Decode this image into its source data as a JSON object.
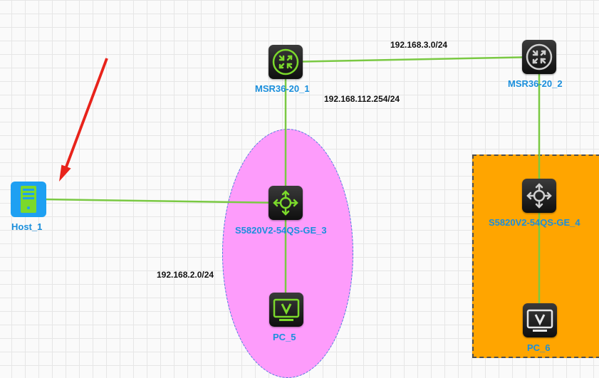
{
  "topology": {
    "devices": {
      "router1": {
        "label": "MSR36-20_1",
        "icon": "router-icon"
      },
      "router2": {
        "label": "MSR36-20_2",
        "icon": "router-icon"
      },
      "switch3": {
        "label": "S5820V2-54QS-GE_3",
        "icon": "l3-switch-icon"
      },
      "switch4": {
        "label": "S5820V2-54QS-GE_4",
        "icon": "l3-switch-icon"
      },
      "pc5": {
        "label": "PC_5",
        "icon": "pc-monitor-icon"
      },
      "pc6": {
        "label": "PC_6",
        "icon": "pc-monitor-icon"
      },
      "host1": {
        "label": "Host_1",
        "icon": "server-host-icon"
      }
    },
    "networks": {
      "r1_r2": "192.168.3.0/24",
      "r1_lan": "192.168.112.254/24",
      "sw3_pc5": "192.168.2.0/24"
    },
    "colors": {
      "link": "#7ac943",
      "label": "#1a8fdc",
      "ellipse_fill": "#fd9cfb",
      "rect_fill": "#ffa500",
      "arrow": "#e8231b",
      "device_active_icon": "#7bd92b",
      "device_inactive_icon": "#cfcfcf"
    }
  }
}
